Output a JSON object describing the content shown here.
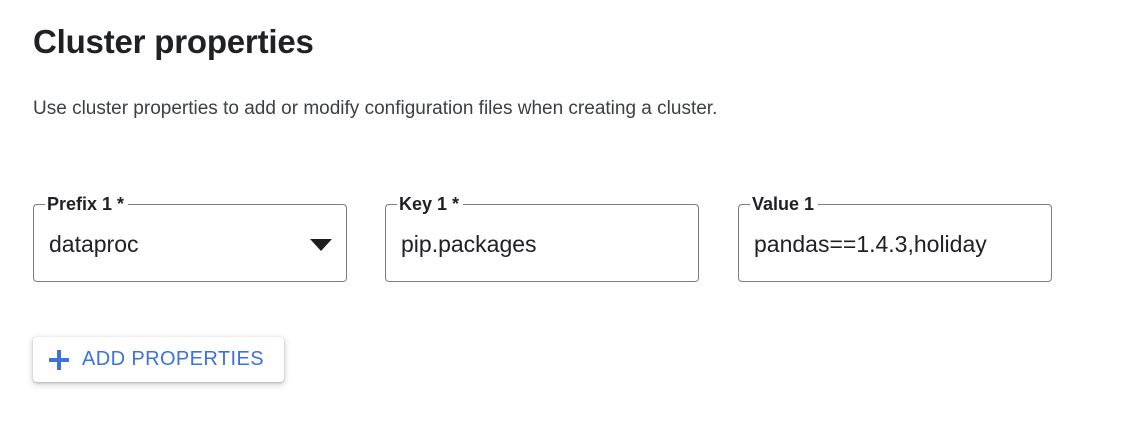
{
  "header": {
    "title": "Cluster properties",
    "description": "Use cluster properties to add or modify configuration files when creating a cluster."
  },
  "property_row": {
    "fields": [
      {
        "label": "Prefix 1 *",
        "value": "dataproc",
        "control": "select",
        "icon": "dropdown-arrow-icon",
        "required": true,
        "truncated": false
      },
      {
        "label": "Key 1 *",
        "value": "pip.packages",
        "control": "text",
        "required": true,
        "truncated": false
      },
      {
        "label": "Value 1",
        "value": "pandas==1.4.3,holiday",
        "control": "text",
        "required": false,
        "truncated": true
      }
    ]
  },
  "actions": {
    "add_properties_label": "ADD PROPERTIES",
    "add_properties_icon": "plus-icon"
  },
  "colors": {
    "accent_blue": "#3b72dd",
    "text_primary": "#202124",
    "text_secondary": "#3c4043",
    "field_border": "#7b7f83",
    "background": "#ffffff"
  }
}
